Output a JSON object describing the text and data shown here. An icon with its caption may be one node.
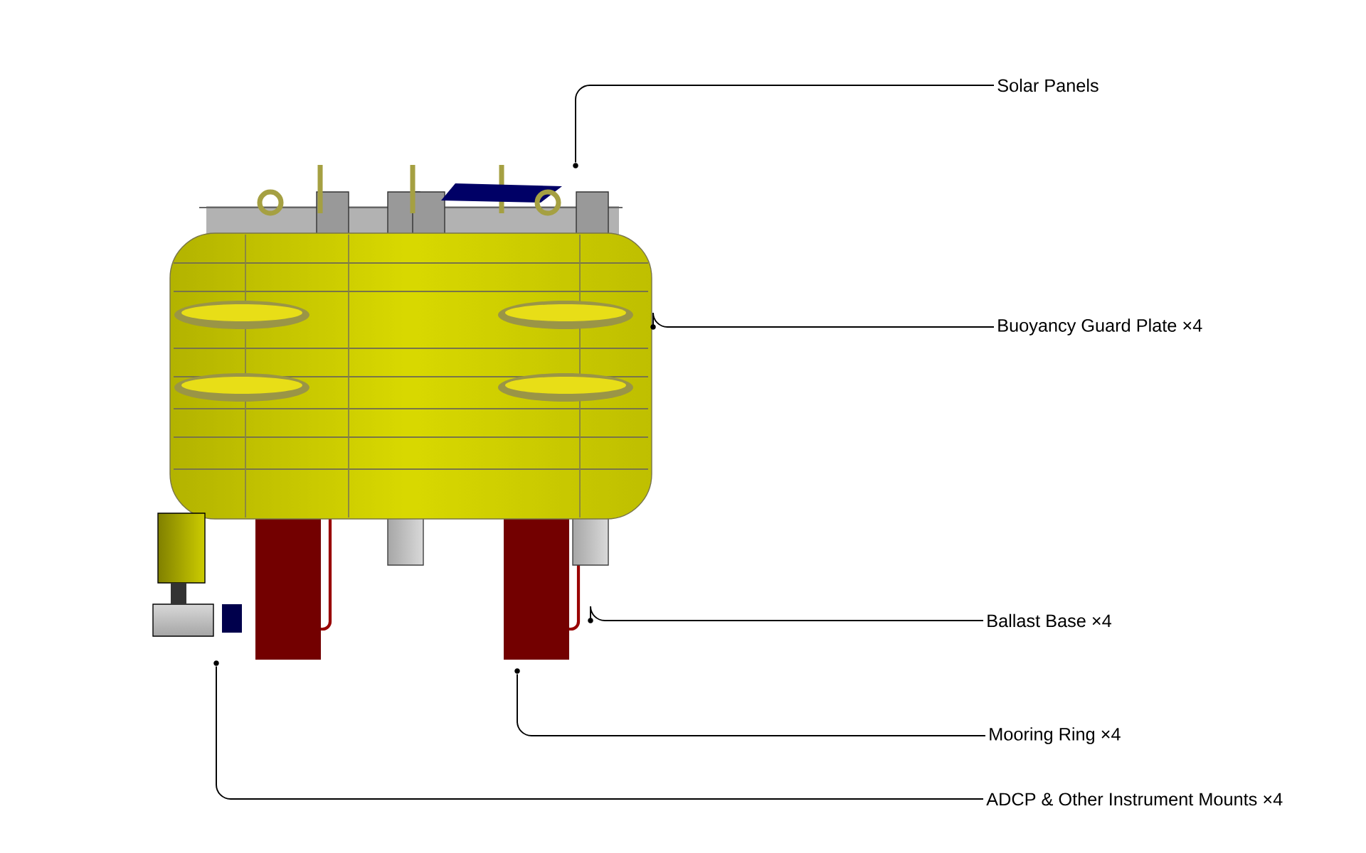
{
  "diagram": {
    "nodes": [
      {
        "text": [
          "Solar Panels"
        ]
      },
      {
        "text": [
          "Buoyancy Guard Plate ×4"
        ]
      },
      {
        "text": [
          "Ballast Base ×4"
        ]
      },
      {
        "text": [
          "Mooring Ring ×4"
        ]
      },
      {
        "text": [
          "ADCP & Other Instrument Mounts ×4"
        ]
      },
      {
        "text": [],
        "shape": "circle"
      },
      {
        "text": [],
        "shape": "circle"
      },
      {
        "text": [],
        "shape": "circle"
      },
      {
        "text": [],
        "shape": "circle"
      },
      {
        "text": [],
        "shape": "circle"
      }
    ],
    "edges": [
      {
        "from": 0,
        "to": 5,
        "arrow": "none"
      },
      {
        "from": 1,
        "to": 6,
        "arrow": "none"
      },
      {
        "from": 2,
        "to": 7,
        "arrow": "none"
      },
      {
        "from": 3,
        "to": 8,
        "arrow": "none"
      },
      {
        "from": 4,
        "to": 9,
        "arrow": "none"
      }
    ]
  }
}
